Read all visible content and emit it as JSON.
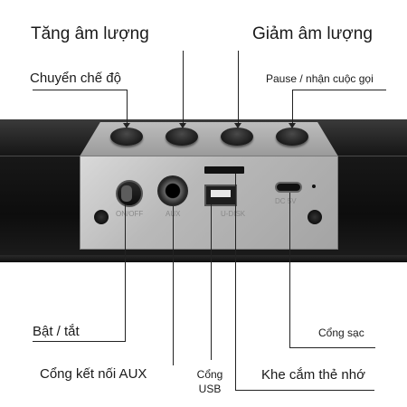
{
  "labels": {
    "volume_up": "Tăng âm lượng",
    "volume_down": "Giảm âm lượng",
    "mode_switch": "Chuyển chế độ",
    "pause_call": "Pause / nhận cuộc gọi",
    "power": "Bật / tắt",
    "charging_port": "Cổng sạc",
    "aux_port": "Cổng kết nối AUX",
    "usb_port_line1": "Cổng",
    "usb_port_line2": "USB",
    "card_slot": "Khe cắm thẻ nhớ"
  },
  "panel_markings": {
    "aux": "AUX",
    "usb": "U-DISK",
    "power": "ON/OFF",
    "dc": "DC 5V"
  },
  "colors": {
    "panel": "#b9b9b9",
    "body": "#111111",
    "text": "#1a1a1a"
  }
}
